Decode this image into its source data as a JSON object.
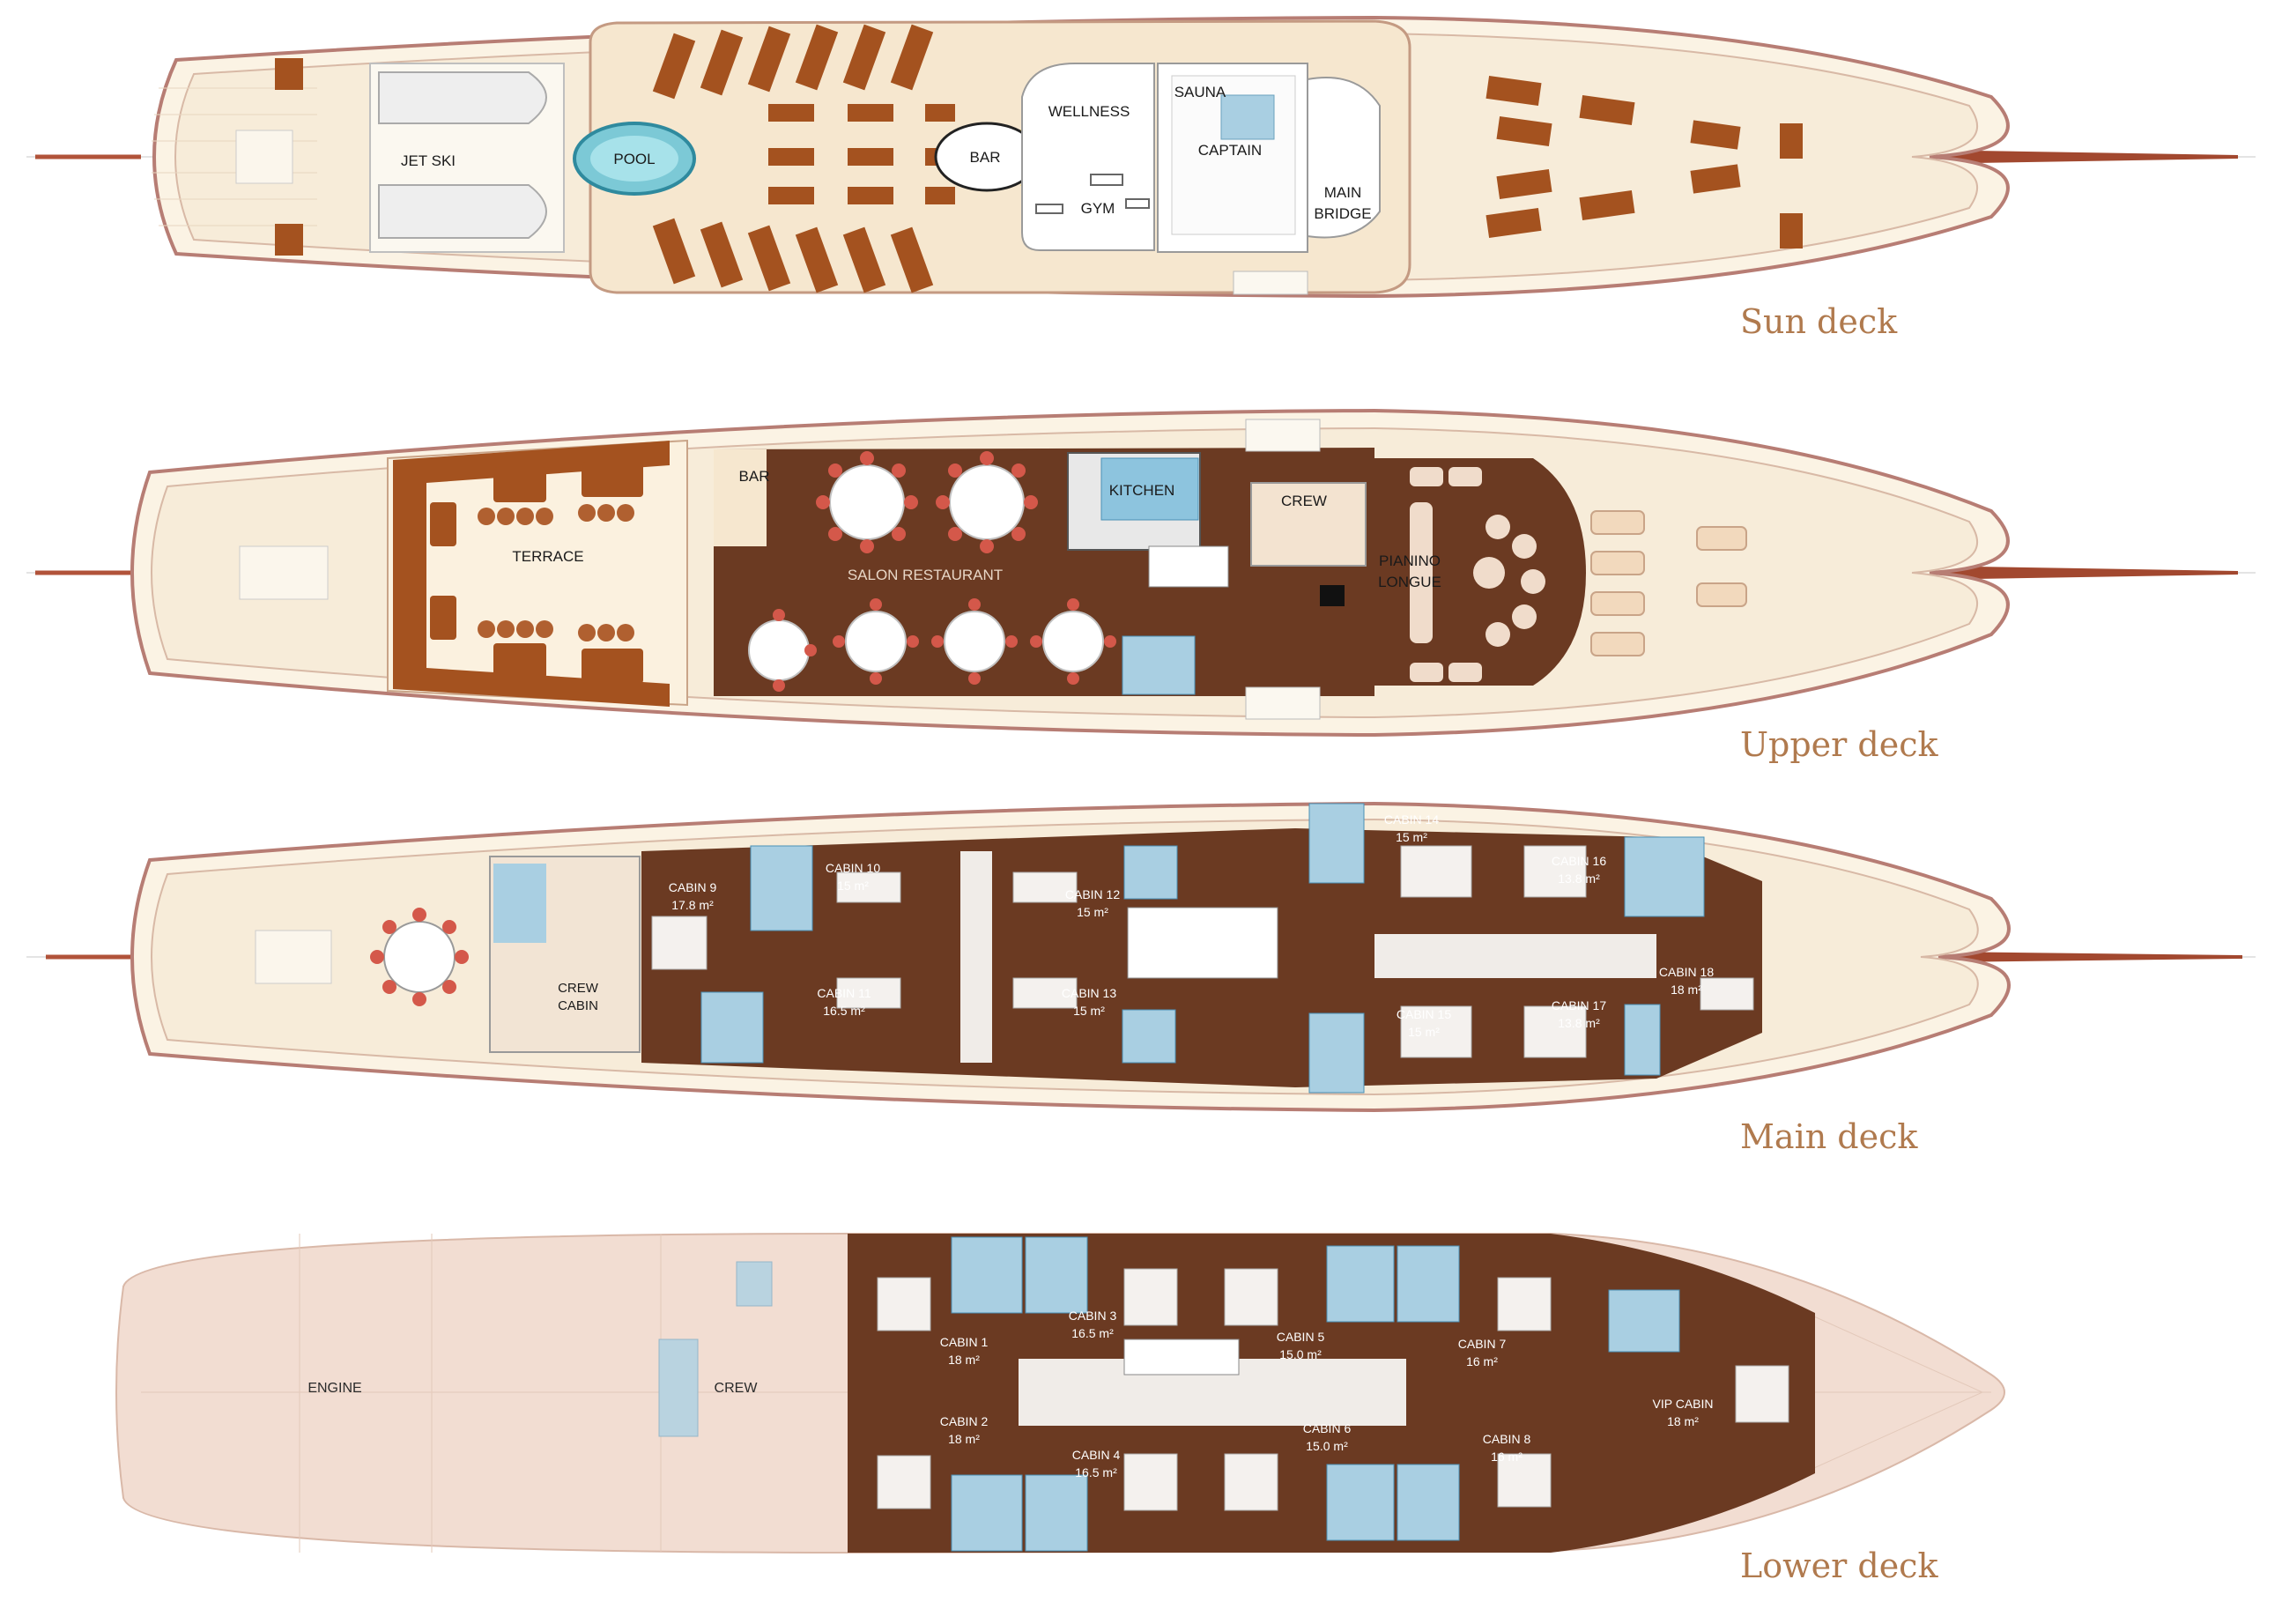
{
  "decks": {
    "sun": {
      "title": "Sun deck",
      "labels": {
        "jetski": "JET SKI",
        "pool": "POOL",
        "bar": "BAR",
        "wellness": "WELLNESS",
        "gym": "GYM",
        "sauna": "SAUNA",
        "captain": "CAPTAIN",
        "bridge1": "MAIN",
        "bridge2": "BRIDGE"
      }
    },
    "upper": {
      "title": "Upper deck",
      "labels": {
        "terrace": "TERRACE",
        "bar": "BAR",
        "salon": "SALON RESTAURANT",
        "kitchen": "KITCHEN",
        "crew": "CREW",
        "pianino1": "PIANINO",
        "pianino2": "LONGUE"
      }
    },
    "main": {
      "title": "Main deck",
      "crew_cabin": [
        "CREW",
        "CABIN"
      ],
      "cabins": [
        {
          "name": "CABIN 9",
          "area": "17.8 m²"
        },
        {
          "name": "CABIN 10",
          "area": "15 m²"
        },
        {
          "name": "CABIN 11",
          "area": "16.5 m²"
        },
        {
          "name": "CABIN 12",
          "area": "15 m²"
        },
        {
          "name": "CABIN 13",
          "area": "15 m²"
        },
        {
          "name": "CABIN 14",
          "area": "15 m²"
        },
        {
          "name": "CABIN 15",
          "area": "15 m²"
        },
        {
          "name": "CABIN 16",
          "area": "13.8 m²"
        },
        {
          "name": "CABIN 17",
          "area": "13.8 m²"
        },
        {
          "name": "CABIN 18",
          "area": "18 m²"
        }
      ]
    },
    "lower": {
      "title": "Lower deck",
      "engine": "ENGINE",
      "crew": "CREW",
      "cabins": [
        {
          "name": "CABIN 1",
          "area": "18 m²"
        },
        {
          "name": "CABIN 2",
          "area": "18 m²"
        },
        {
          "name": "CABIN 3",
          "area": "16.5 m²"
        },
        {
          "name": "CABIN 4",
          "area": "16.5 m²"
        },
        {
          "name": "CABIN 5",
          "area": "15.0 m²"
        },
        {
          "name": "CABIN 6",
          "area": "15.0 m²"
        },
        {
          "name": "CABIN 7",
          "area": "16 m²"
        },
        {
          "name": "CABIN 8",
          "area": "16 m²"
        },
        {
          "name": "VIP CABIN",
          "area": "18 m²"
        }
      ]
    }
  },
  "colors": {
    "deck_cream": "#f7ecd9",
    "hull_line": "#b77d74",
    "wood_dark": "#6b3a22",
    "furniture_brown": "#a4521f",
    "bathroom_blue": "#a9cfe2",
    "lower_pink": "#f2ddd2",
    "title_brown": "#b07a4e"
  }
}
